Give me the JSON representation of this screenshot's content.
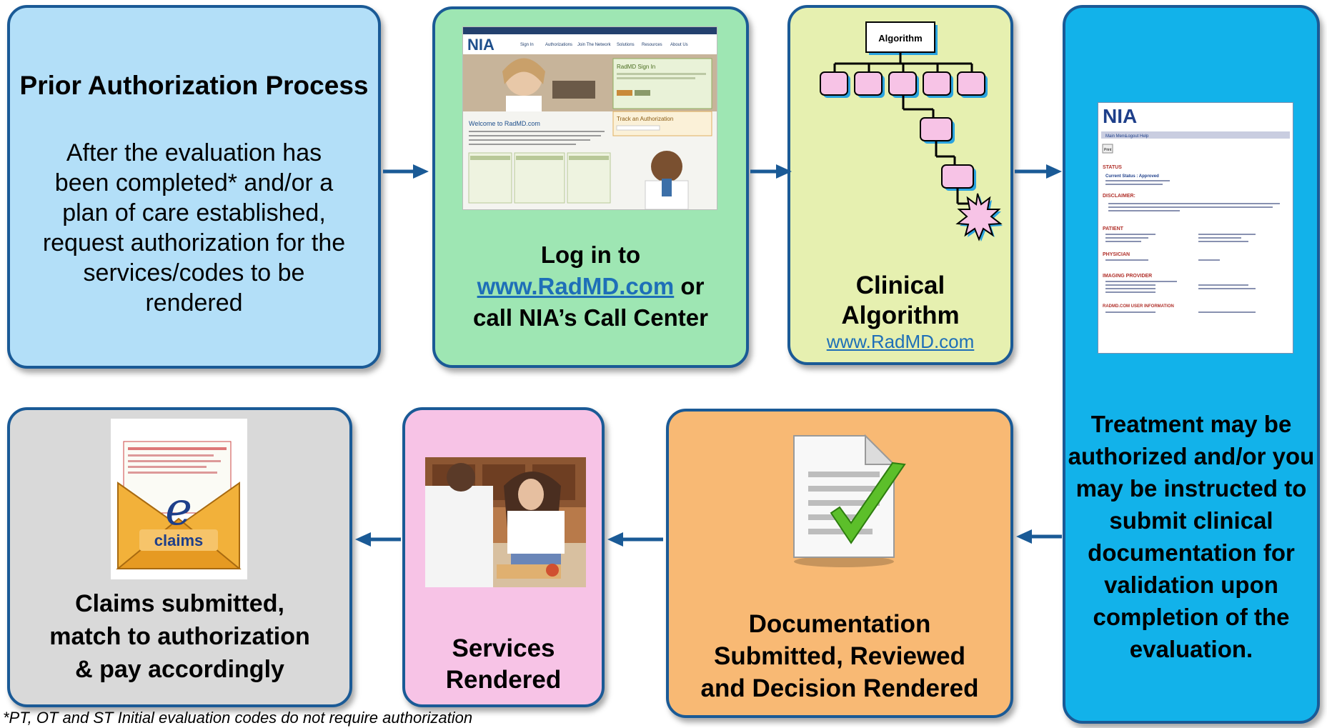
{
  "steps": {
    "prior_auth": {
      "title": "Prior Authorization Process",
      "body": "After the evaluation has been completed* and/or a plan of care established, request authorization for the services/codes to be rendered"
    },
    "login": {
      "line1": "Log in to",
      "link": "www.RadMD.com",
      "or": "or",
      "line3": "call NIA’s Call Center",
      "screenshot": {
        "logo": "NIA",
        "nav": [
          "Sign In",
          "Authorizations",
          "Join The Network",
          "Solutions",
          "Resources",
          "About Us"
        ],
        "welcome": "Welcome to RadMD.com",
        "signin": "RadMD Sign In",
        "track": "Track an Authorization"
      }
    },
    "algorithm": {
      "diagram_label": "Algorithm",
      "line1": "Clinical",
      "line2": "Algorithm",
      "link": "www.RadMD.com"
    },
    "treatment": {
      "text": "Treatment may be authorized and/or you may be instructed to submit clinical documentation for validation upon completion of the evaluation.",
      "doc": {
        "logo": "NIA",
        "menu": [
          "Main Menu",
          "Logout",
          "Help"
        ],
        "print": "Print",
        "sections": [
          "STATUS",
          "DISCLAIMER:",
          "PATIENT",
          "PHYSICIAN",
          "IMAGING PROVIDER",
          "RADMD.COM USER INFORMATION"
        ],
        "status_value": "Current Status : Approved"
      }
    },
    "claims": {
      "line1": "Claims submitted,",
      "line2": "match to authorization",
      "line3": "& pay accordingly",
      "envelope_letter": "e",
      "envelope_label": "claims"
    },
    "services": {
      "line1": "Services",
      "line2": "Rendered"
    },
    "documentation": {
      "line1": "Documentation",
      "line2": "Submitted, Reviewed",
      "line3": "and Decision Rendered"
    }
  },
  "footnote": "*PT, OT and ST Initial evaluation codes do not require authorization",
  "colors": {
    "border": "#1a5a96",
    "arrow": "#1a5a96",
    "prior_auth_bg": "#b3dff8",
    "login_bg": "#9ee6b3",
    "algorithm_bg": "#e6f0b0",
    "treatment_bg": "#12b2ea",
    "claims_bg": "#d9d9d9",
    "services_bg": "#f7c3e6",
    "documentation_bg": "#f8b974",
    "link": "#1e6fb8"
  }
}
